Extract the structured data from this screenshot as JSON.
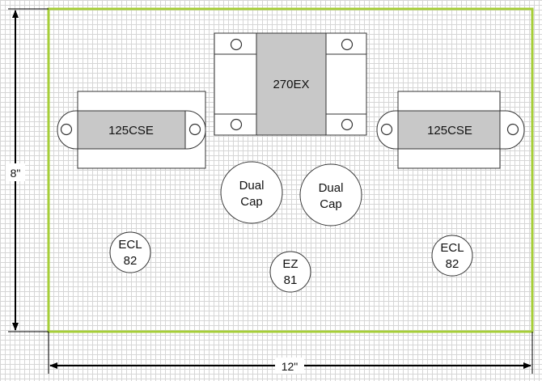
{
  "dimensions": {
    "height": "8\"",
    "width": "12\""
  },
  "transformers": {
    "left": {
      "label": "125CSE"
    },
    "center": {
      "label": "270EX"
    },
    "right": {
      "label": "125CSE"
    }
  },
  "capacitors": [
    {
      "line1": "Dual",
      "line2": "Cap"
    },
    {
      "line1": "Dual",
      "line2": "Cap"
    }
  ],
  "tubes": {
    "left": {
      "line1": "ECL",
      "line2": "82"
    },
    "center": {
      "line1": "EZ",
      "line2": "81"
    },
    "right": {
      "line1": "ECL",
      "line2": "82"
    }
  },
  "colors": {
    "chassis_outline": "#a6ce39",
    "core_fill": "#c8c8c8",
    "stroke": "#333333"
  }
}
